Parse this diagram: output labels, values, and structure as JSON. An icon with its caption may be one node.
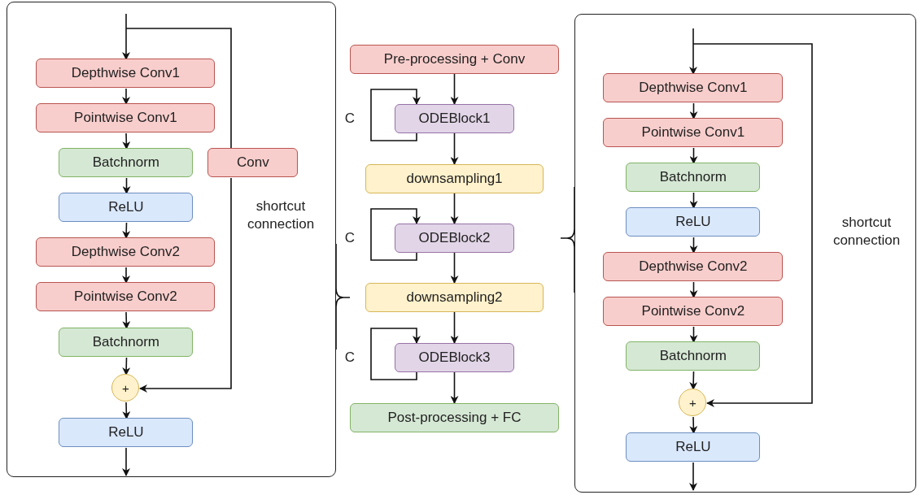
{
  "diagram": {
    "nodes": [
      {
        "text": [],
        "shape": "box"
      },
      {
        "text": [
          "Depthwise Conv1"
        ],
        "in": 0
      },
      {
        "text": [
          "Pointwise Conv1"
        ],
        "in": 0
      },
      {
        "text": [
          "Batchnorm"
        ],
        "in": 0
      },
      {
        "text": [
          "ReLU"
        ],
        "in": 0
      },
      {
        "text": [
          "Depthwise Conv2"
        ],
        "in": 0
      },
      {
        "text": [
          "Pointwise Conv2"
        ],
        "in": 0
      },
      {
        "text": [
          "Batchnorm"
        ],
        "in": 0
      },
      {
        "text": [
          "+"
        ],
        "in": 0
      },
      {
        "text": [
          "ReLU"
        ],
        "in": 0
      },
      {
        "text": [
          "Conv"
        ],
        "in": 0
      },
      {
        "text": [
          "Pre-processing + Conv"
        ]
      },
      {
        "text": [
          "ODEBlock1"
        ]
      },
      {
        "text": [
          "downsampling1"
        ]
      },
      {
        "text": [
          "ODEBlock2"
        ]
      },
      {
        "text": [
          "downsampling2"
        ]
      },
      {
        "text": [
          "ODEBlock3"
        ]
      },
      {
        "text": [
          "Post-processing + FC"
        ]
      },
      {
        "text": [],
        "shape": "box"
      },
      {
        "text": [
          "Depthwise Conv1"
        ],
        "in": 18
      },
      {
        "text": [
          "Pointwise Conv1"
        ],
        "in": 18
      },
      {
        "text": [
          "Batchnorm"
        ],
        "in": 18
      },
      {
        "text": [
          "ReLU"
        ],
        "in": 18
      },
      {
        "text": [
          "Depthwise Conv2"
        ],
        "in": 18
      },
      {
        "text": [
          "Pointwise Conv2"
        ],
        "in": 18
      },
      {
        "text": [
          "Batchnorm"
        ],
        "in": 18
      },
      {
        "text": [
          "+"
        ],
        "in": 18
      },
      {
        "text": [
          "ReLU"
        ],
        "in": 18
      }
    ],
    "edges": [
      {
        "from": null,
        "to": 1,
        "arrow": "to"
      },
      {
        "from": 1,
        "to": 2,
        "arrow": "to"
      },
      {
        "from": 2,
        "to": 3,
        "arrow": "to"
      },
      {
        "from": 3,
        "to": 4,
        "arrow": "to"
      },
      {
        "from": 4,
        "to": 5,
        "arrow": "to"
      },
      {
        "from": 5,
        "to": 6,
        "arrow": "to"
      },
      {
        "from": 6,
        "to": 7,
        "arrow": "to"
      },
      {
        "from": 7,
        "to": 8,
        "arrow": "to"
      },
      {
        "from": 8,
        "to": 9,
        "arrow": "to"
      },
      {
        "from": 9,
        "to": null,
        "arrow": "to"
      },
      {
        "from": null,
        "to": 10,
        "arrow": "none"
      },
      {
        "from": 10,
        "to": 8,
        "arrow": "to",
        "label": "shortcut connection"
      },
      {
        "from": 11,
        "to": 12,
        "arrow": "to"
      },
      {
        "from": 12,
        "to": 12,
        "arrow": "to",
        "label": "C"
      },
      {
        "from": 12,
        "to": 13,
        "arrow": "to"
      },
      {
        "from": 13,
        "to": 14,
        "arrow": "to"
      },
      {
        "from": 14,
        "to": 14,
        "arrow": "to",
        "label": "C"
      },
      {
        "from": 14,
        "to": 15,
        "arrow": "to"
      },
      {
        "from": 15,
        "to": 16,
        "arrow": "to"
      },
      {
        "from": 16,
        "to": 16,
        "arrow": "to",
        "label": "C"
      },
      {
        "from": 16,
        "to": 17,
        "arrow": "to"
      },
      {
        "from": null,
        "to": 19,
        "arrow": "to"
      },
      {
        "from": 19,
        "to": 20,
        "arrow": "to"
      },
      {
        "from": 20,
        "to": 21,
        "arrow": "to"
      },
      {
        "from": 21,
        "to": 22,
        "arrow": "to"
      },
      {
        "from": 22,
        "to": 23,
        "arrow": "to"
      },
      {
        "from": 23,
        "to": 24,
        "arrow": "to"
      },
      {
        "from": 24,
        "to": 25,
        "arrow": "to"
      },
      {
        "from": 25,
        "to": 26,
        "arrow": "to"
      },
      {
        "from": 26,
        "to": 27,
        "arrow": "to"
      },
      {
        "from": 27,
        "to": null,
        "arrow": "to"
      },
      {
        "from": null,
        "to": 26,
        "arrow": "to",
        "label": "shortcut connection"
      }
    ]
  }
}
